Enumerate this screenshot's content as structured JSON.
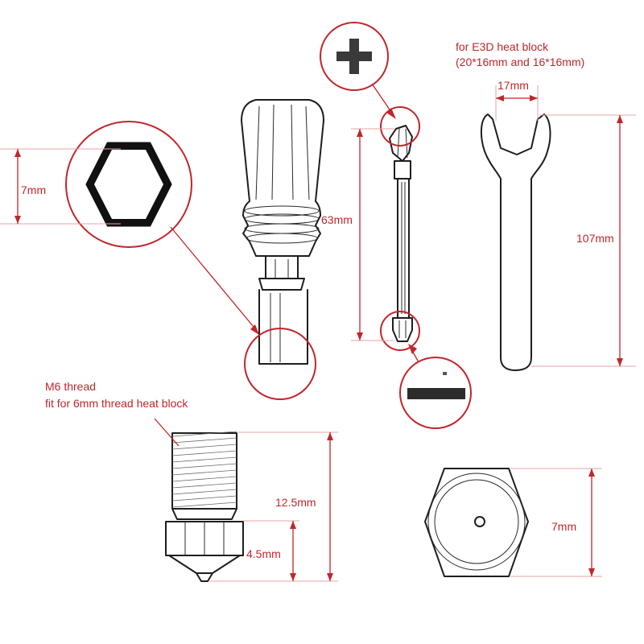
{
  "labels": {
    "wrench_title_line1": "for E3D heat block",
    "wrench_title_line2": "(20*16mm and 16*16mm)",
    "wrench_jaw": "17mm",
    "wrench_length": "107mm",
    "hex_socket": "7mm",
    "bit_length": "63mm",
    "thread_line1": "M6 thread",
    "thread_line2": "fit for 6mm thread heat block",
    "nozzle_length": "12.5mm",
    "nozzle_hex_height": "4.5mm",
    "nozzle_top_width": "7mm"
  },
  "colors": {
    "annotation": "#c0262b",
    "dimension_lines": "#e9a3a6",
    "outline": "#1e1e1e"
  }
}
